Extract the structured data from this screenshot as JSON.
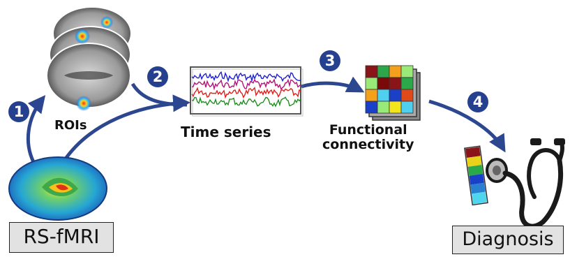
{
  "inputs": {
    "rsfmri": "RS-fMRI"
  },
  "outputs": {
    "diagnosis": "Diagnosis"
  },
  "stages": {
    "rois": "ROIs",
    "time_series": "Time series",
    "functional_connectivity_line1": "Functional",
    "functional_connectivity_line2": "connectivity"
  },
  "steps": [
    "1",
    "2",
    "3",
    "4"
  ],
  "colors": {
    "arrow": "#2c4690",
    "badge": "#25408f",
    "label_box_fill": "#e2e2e2",
    "series": [
      "#1f1fd0",
      "#b4137a",
      "#e0201c",
      "#1f8f1f"
    ],
    "matrix_palette": [
      "#8a1518",
      "#2ca84a",
      "#f5a01a",
      "#9aea7a",
      "#1a40c8",
      "#4fd0ee",
      "#7a0a0a",
      "#e04a1a",
      "#f3e51c"
    ]
  },
  "icons": [
    "brain-scan-icon",
    "roi-brain-slices-icon",
    "time-series-plot-icon",
    "connectivity-matrix-stack-icon",
    "stethoscope-icon",
    "feature-vector-icon"
  ]
}
